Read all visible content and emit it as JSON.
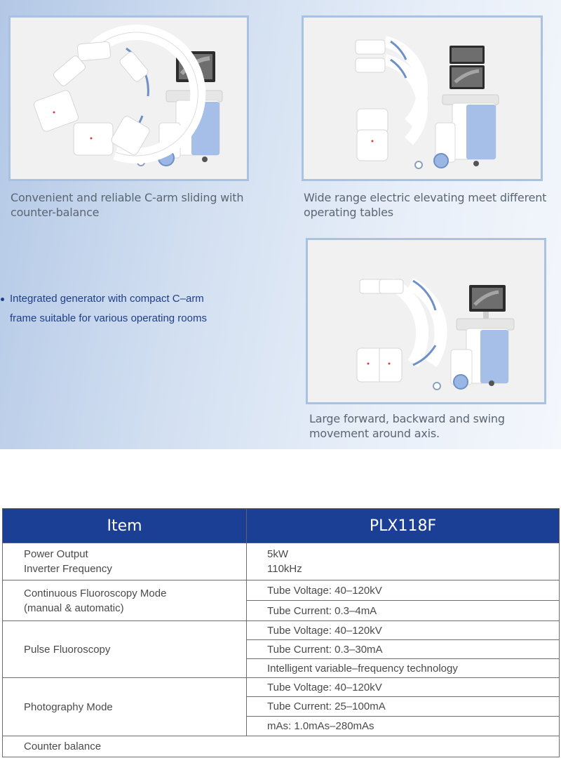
{
  "captions": {
    "photo1": [
      "Convenient and reliable C-arm sliding with",
      "counter-balance"
    ],
    "photo2": [
      "Wide range electric elevating meet different",
      "operating tables"
    ],
    "photo3": [
      "Large forward, backward and swing",
      "movement around axis."
    ]
  },
  "feature": [
    "Integrated generator with compact C–arm",
    "frame suitable for various operating rooms"
  ],
  "table": {
    "header": [
      "Item",
      "PLX118F"
    ],
    "rows": {
      "power": {
        "label": [
          "Power Output",
          "Inverter Frequency"
        ],
        "values": [
          "5kW",
          "110kHz"
        ]
      },
      "continuous": {
        "label": [
          "Continuous Fluoroscopy Mode",
          "(manual & automatic)"
        ],
        "values": [
          "Tube Voltage: 40–120kV",
          "Tube Current: 0.3–4mA"
        ]
      },
      "pulse": {
        "label": "Pulse Fluoroscopy",
        "values": [
          "Tube Voltage: 40–120kV",
          "Tube Current: 0.3–30mA",
          "Intelligent variable–frequency technology"
        ]
      },
      "photography": {
        "label": "Photography Mode",
        "values": [
          "Tube Voltage: 40–120kV",
          "Tube Current: 25–100mA",
          "mAs: 1.0mAs–280mAs"
        ]
      },
      "counter": {
        "label": "Counter balance"
      }
    }
  },
  "colors": {
    "header_bg": "#1a3f95",
    "frame": "#aac2e2",
    "feature_text": "#1f3e88"
  }
}
